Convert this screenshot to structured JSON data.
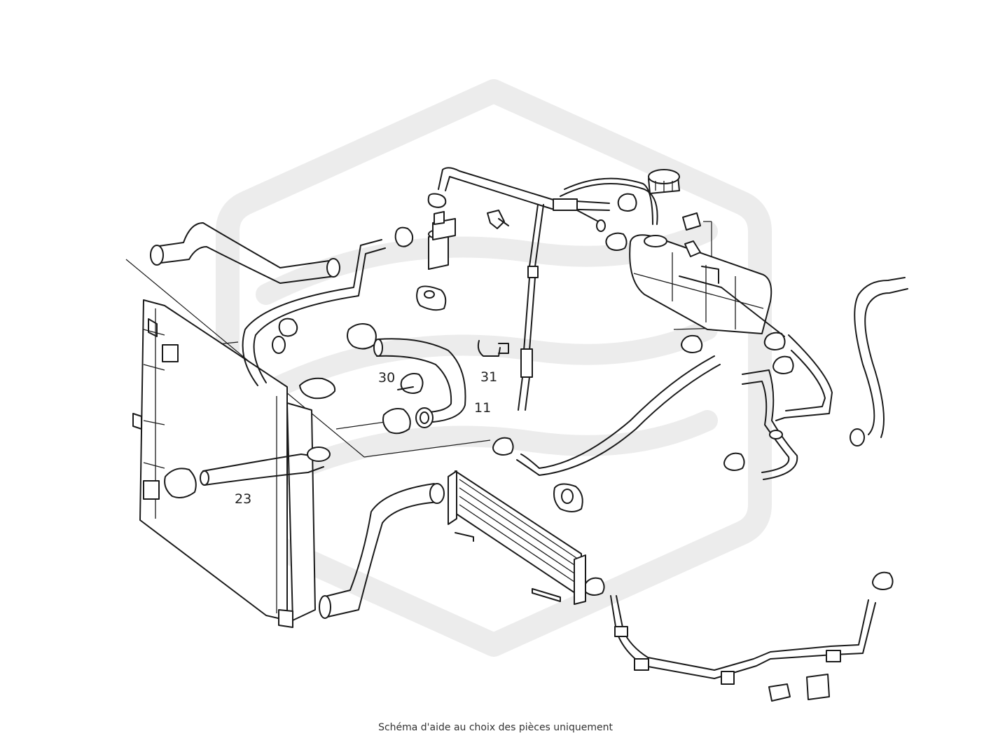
{
  "diagram": {
    "watermark_color": "#ececec",
    "line_color": "#1a1a1a",
    "callouts": {
      "c30": "30",
      "c31": "31",
      "c11": "11",
      "c23": "23"
    }
  },
  "caption": "Schéma d'aide au choix des pièces uniquement"
}
